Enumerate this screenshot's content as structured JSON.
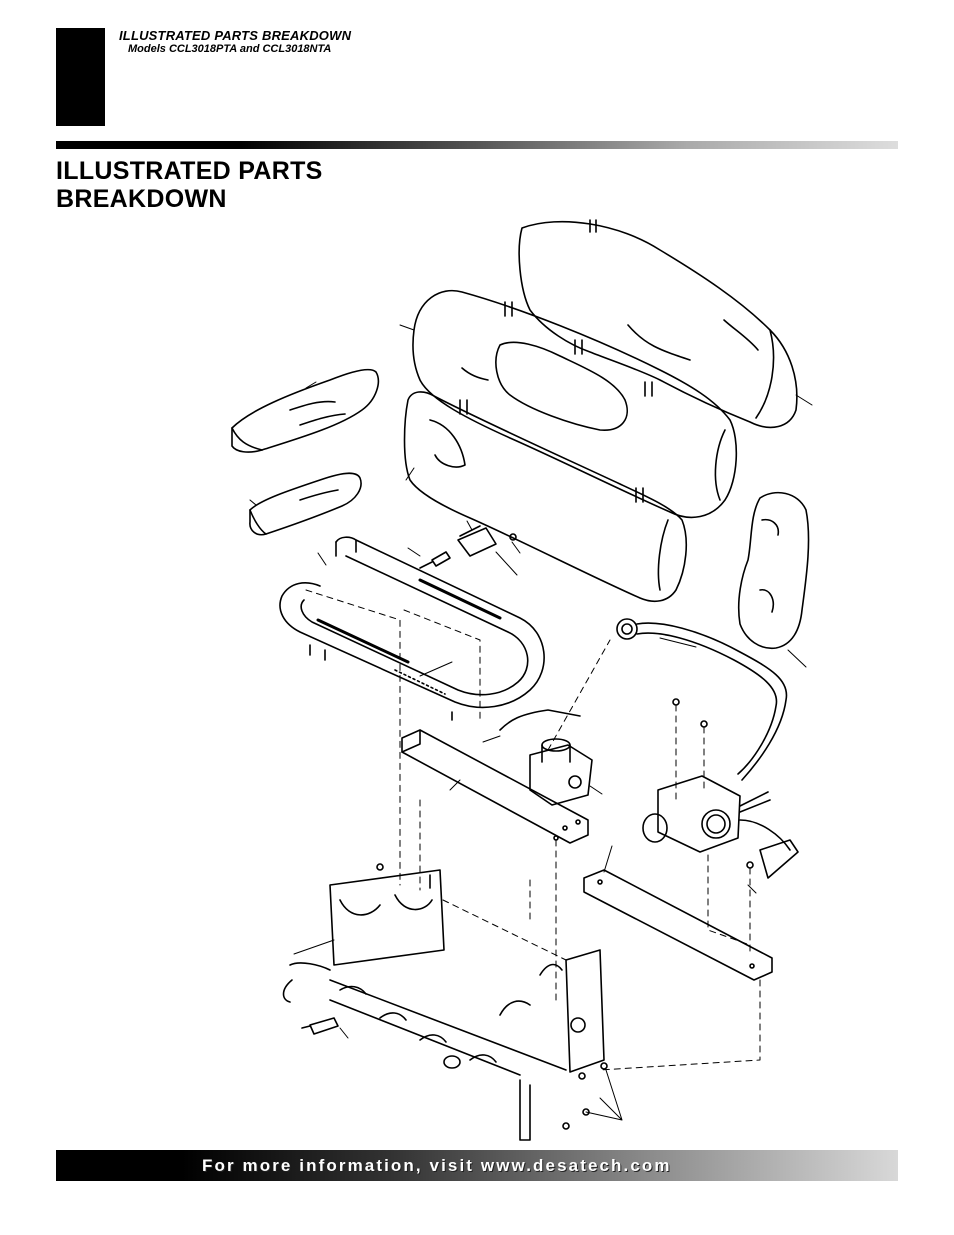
{
  "header": {
    "title": "ILLUSTRATED PARTS BREAKDOWN",
    "subtitle": "Models CCL3018PTA and CCL3018NTA"
  },
  "page_title": "ILLUSTRATED PARTS BREAKDOWN",
  "footer": {
    "text": "For more information, visit www.desatech.com"
  }
}
